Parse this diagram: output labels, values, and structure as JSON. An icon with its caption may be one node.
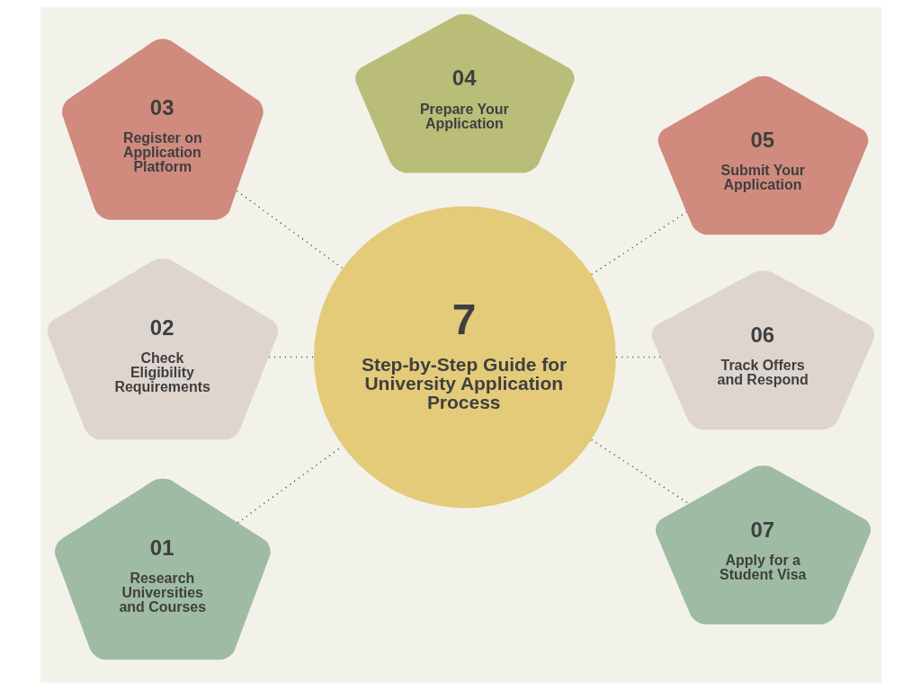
{
  "diagram": {
    "nodes": [
      {
        "text": [
          "01",
          "Research Universities and Courses"
        ]
      },
      {
        "text": [
          "02",
          "Check Eligibility Requirements"
        ]
      },
      {
        "text": [
          "03",
          "Register on Application Platform"
        ]
      },
      {
        "text": [
          "04",
          "Prepare Your Application"
        ]
      },
      {
        "text": [
          "05",
          "Submit Your Application"
        ]
      },
      {
        "text": [
          "06",
          "Track Offers and Respond"
        ]
      },
      {
        "text": [
          "07",
          "Apply for a Student Visa"
        ]
      },
      {
        "text": [
          "7",
          "Step-by-Step Guide for University Application Process"
        ]
      }
    ],
    "edges": [
      {
        "from": 0,
        "to": 7,
        "arrow": "none",
        "style": "dashed"
      },
      {
        "from": 1,
        "to": 7,
        "arrow": "none",
        "style": "dashed"
      },
      {
        "from": 2,
        "to": 7,
        "arrow": "none",
        "style": "dashed"
      },
      {
        "from": 7,
        "to": 4,
        "arrow": "none",
        "style": "dashed"
      },
      {
        "from": 7,
        "to": 5,
        "arrow": "none",
        "style": "dashed"
      },
      {
        "from": 7,
        "to": 6,
        "arrow": "none",
        "style": "dashed"
      }
    ]
  }
}
